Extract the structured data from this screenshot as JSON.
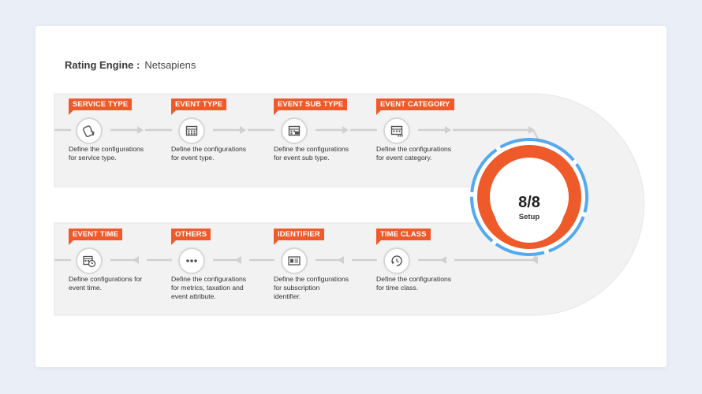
{
  "header": {
    "label": "Rating Engine :",
    "value": "Netsapiens"
  },
  "progress": {
    "text": "8/8",
    "label": "Setup",
    "completed": 8,
    "total": 8
  },
  "colors": {
    "accent": "#ef5a2b",
    "ring": "#55a9ef",
    "track": "#f2f2f3",
    "arrow": "#d0d0d0"
  },
  "steps_top": [
    {
      "tag": "SERVICE TYPE",
      "icon": "service-type-icon",
      "desc_lines": [
        "Define the configurations",
        "for service type."
      ]
    },
    {
      "tag": "EVENT TYPE",
      "icon": "calendar-grid-icon",
      "desc_lines": [
        "Define the configurations",
        "for event type."
      ]
    },
    {
      "tag": "EVENT SUB TYPE",
      "icon": "sub-type-icon",
      "desc_lines": [
        "Define the configurations",
        "for event sub type."
      ]
    },
    {
      "tag": "EVENT CATEGORY",
      "icon": "category-icon",
      "desc_lines": [
        "Define the configurations",
        "for event category."
      ]
    }
  ],
  "steps_bottom": [
    {
      "tag": "EVENT TIME",
      "icon": "calendar-clock-icon",
      "desc_lines": [
        "Define configurations for",
        "event time."
      ]
    },
    {
      "tag": "OTHERS",
      "icon": "more-dots-icon",
      "desc_lines": [
        "Define the configurations",
        "for metrics, taxation and",
        "event attribute."
      ]
    },
    {
      "tag": "IDENTIFIER",
      "icon": "id-card-icon",
      "desc_lines": [
        "Define the configurations",
        "for subscription",
        "identifier."
      ]
    },
    {
      "tag": "TIME CLASS",
      "icon": "time-class-icon",
      "desc_lines": [
        "Define the configurations",
        "for time class."
      ]
    }
  ]
}
